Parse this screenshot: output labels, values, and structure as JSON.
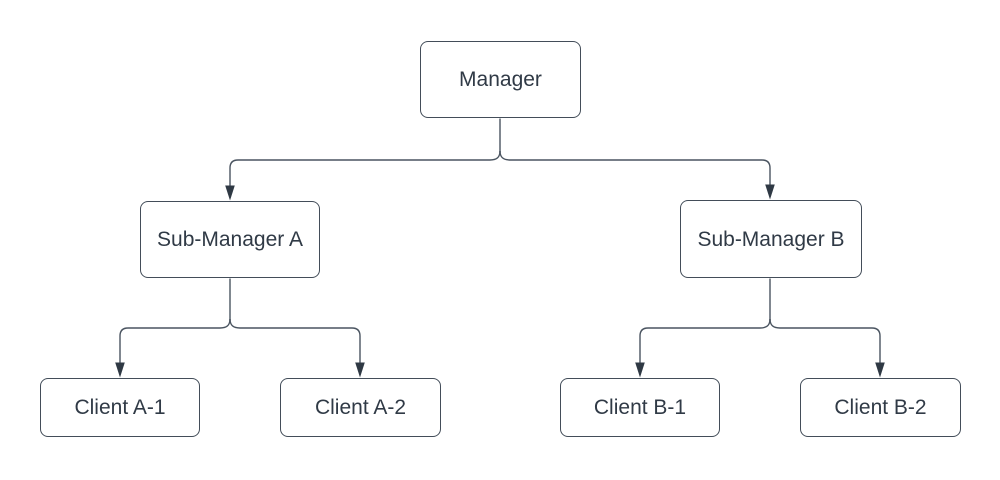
{
  "diagram": {
    "type": "org-chart-tree",
    "nodes": {
      "manager": {
        "label": "Manager"
      },
      "sub_a": {
        "label": "Sub-Manager A"
      },
      "sub_b": {
        "label": "Sub-Manager B"
      },
      "client_a1": {
        "label": "Client A-1"
      },
      "client_a2": {
        "label": "Client A-2"
      },
      "client_b1": {
        "label": "Client B-1"
      },
      "client_b2": {
        "label": "Client B-2"
      }
    },
    "edges": [
      {
        "from": "Manager",
        "to": "Sub-Manager A",
        "arrow": "filled-triangle"
      },
      {
        "from": "Manager",
        "to": "Sub-Manager B",
        "arrow": "filled-triangle"
      },
      {
        "from": "Sub-Manager A",
        "to": "Client A-1",
        "arrow": "filled-triangle"
      },
      {
        "from": "Sub-Manager A",
        "to": "Client A-2",
        "arrow": "filled-triangle"
      },
      {
        "from": "Sub-Manager B",
        "to": "Client B-1",
        "arrow": "filled-triangle"
      },
      {
        "from": "Sub-Manager B",
        "to": "Client B-2",
        "arrow": "filled-triangle"
      }
    ],
    "colors": {
      "background": "#ffffff",
      "node_fill": "#ffffff",
      "node_border": "#434d59",
      "connector_stroke": "#4a5460",
      "arrowhead_fill": "#2f3944",
      "text": "#303a46"
    }
  }
}
